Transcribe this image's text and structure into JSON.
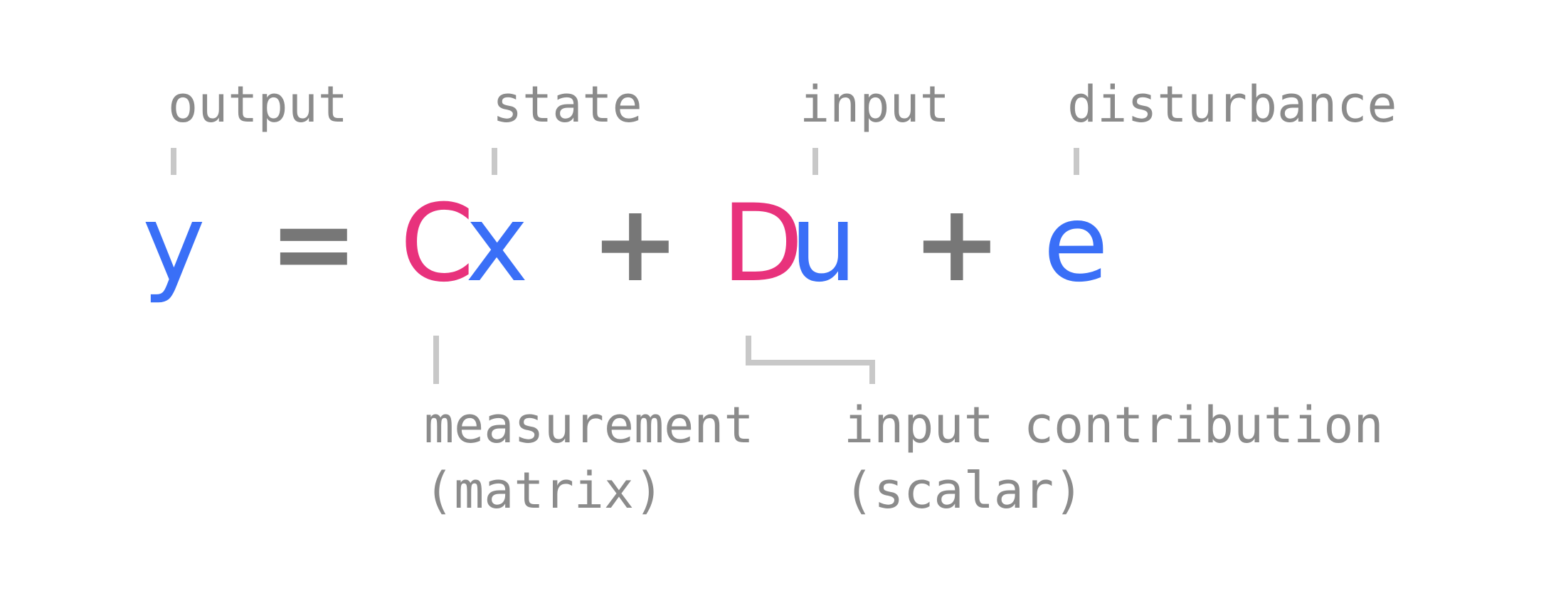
{
  "colors": {
    "variable": "#3a6ff7",
    "matrix": "#e8327c",
    "operator": "#777777",
    "label": "#8b8b8b",
    "connector": "#c8c8c8"
  },
  "top_labels": {
    "output": "output",
    "state": "state",
    "input": "input",
    "disturbance": "disturbance"
  },
  "equation": {
    "y": "y",
    "equals": "=",
    "C": "C",
    "x": "x",
    "plus1": "+",
    "D": "D",
    "u": "u",
    "plus2": "+",
    "e": "e"
  },
  "bottom_labels": {
    "measurement_line1": "measurement",
    "measurement_line2": "(matrix)",
    "input_contrib_line1": "input contribution",
    "input_contrib_line2": "(scalar)"
  }
}
